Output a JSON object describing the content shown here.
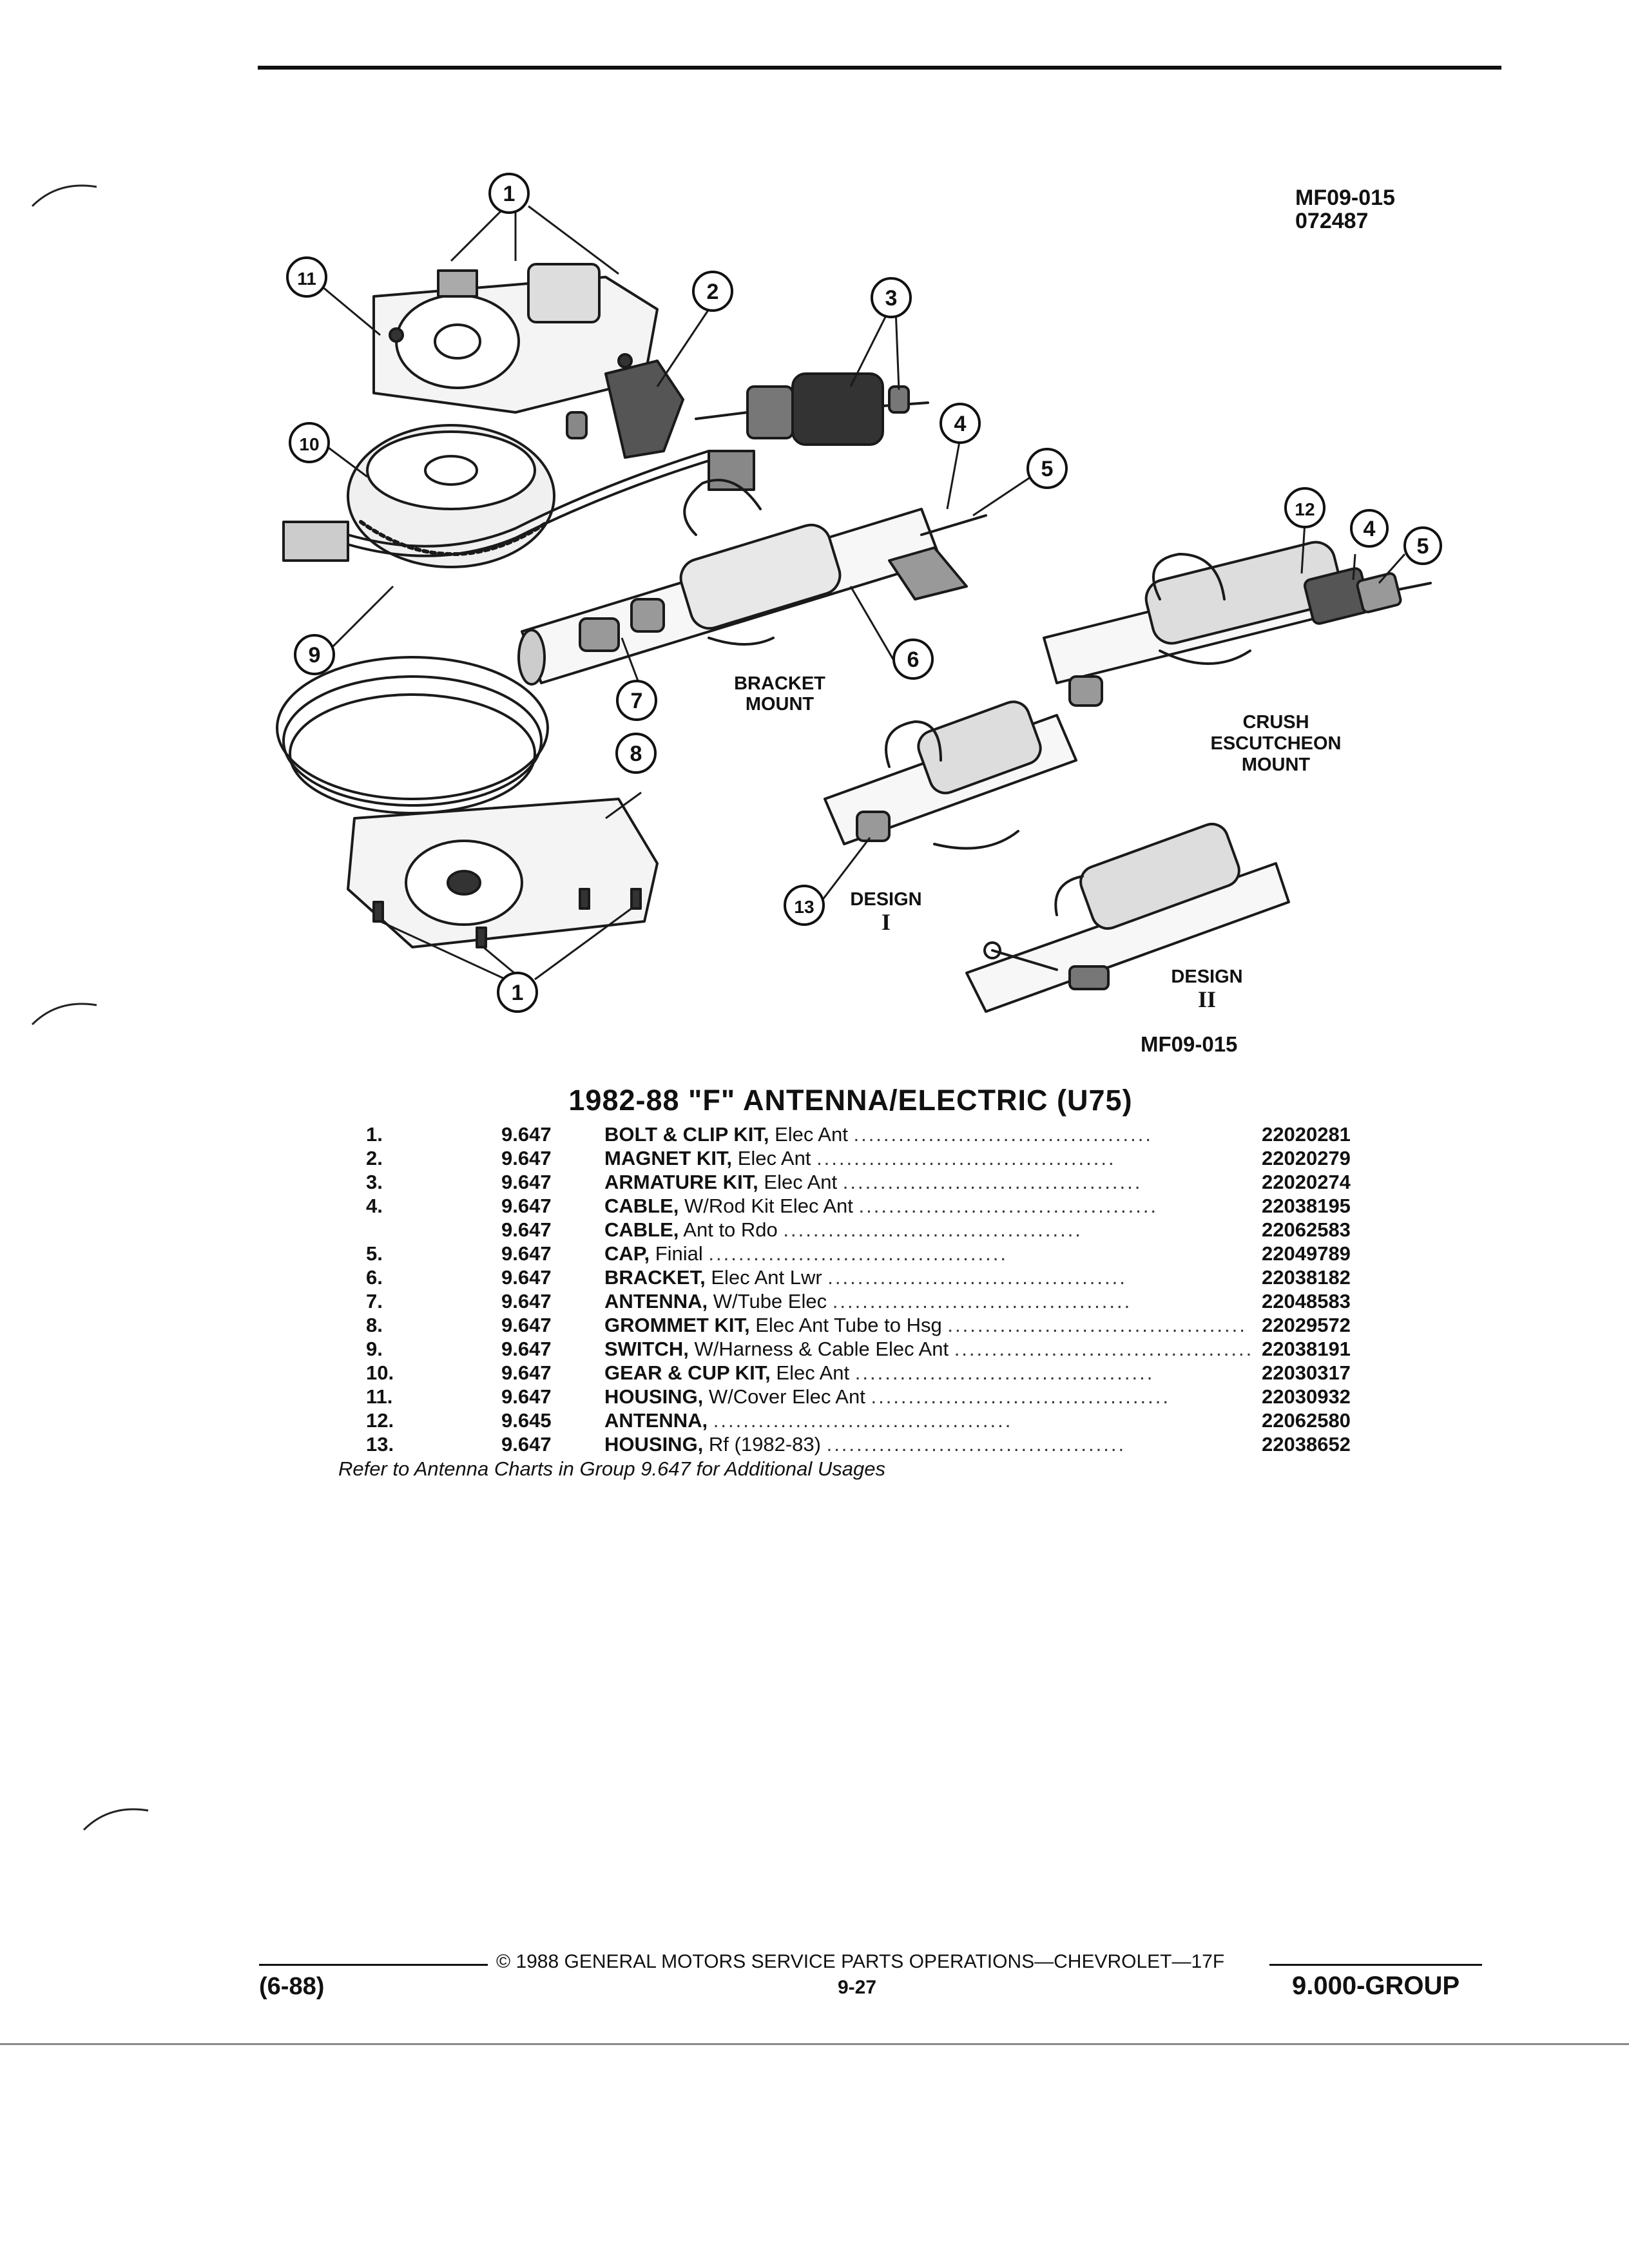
{
  "figure": {
    "code": "MF09-015",
    "code_sub": "072487",
    "code_bottom": "MF09-015",
    "callouts": {
      "c1": "1",
      "c2": "2",
      "c3": "3",
      "c4": "4",
      "c5": "5",
      "c6": "6",
      "c7": "7",
      "c8": "8",
      "c9": "9",
      "c10": "10",
      "c11": "11",
      "c12": "12",
      "c13": "13"
    },
    "labels": {
      "bracket_1": "BRACKET",
      "bracket_2": "MOUNT",
      "crush_1": "CRUSH",
      "crush_2": "ESCUTCHEON",
      "crush_3": "MOUNT",
      "design": "DESIGN",
      "design_1_numeral": "I",
      "design_2_numeral": "II"
    }
  },
  "parts": {
    "title": "1982-88 \"F\" ANTENNA/ELECTRIC (U75)",
    "rows": [
      {
        "num": "1.",
        "group": "9.647",
        "name": "BOLT & CLIP KIT,",
        "desc": "Elec Ant",
        "part": "22020281"
      },
      {
        "num": "2.",
        "group": "9.647",
        "name": "MAGNET KIT,",
        "desc": "Elec Ant",
        "part": "22020279"
      },
      {
        "num": "3.",
        "group": "9.647",
        "name": "ARMATURE KIT,",
        "desc": "Elec Ant",
        "part": "22020274"
      },
      {
        "num": "4.",
        "group": "9.647",
        "name": "CABLE,",
        "desc": "W/Rod Kit Elec Ant",
        "part": "22038195"
      },
      {
        "num": "",
        "group": "9.647",
        "name": "CABLE,",
        "desc": "Ant to Rdo",
        "part": "22062583"
      },
      {
        "num": "5.",
        "group": "9.647",
        "name": "CAP,",
        "desc": "Finial",
        "part": "22049789"
      },
      {
        "num": "6.",
        "group": "9.647",
        "name": "BRACKET,",
        "desc": "Elec Ant Lwr",
        "part": "22038182"
      },
      {
        "num": "7.",
        "group": "9.647",
        "name": "ANTENNA,",
        "desc": "W/Tube Elec",
        "part": "22048583"
      },
      {
        "num": "8.",
        "group": "9.647",
        "name": "GROMMET KIT,",
        "desc": "Elec Ant Tube to Hsg",
        "part": "22029572"
      },
      {
        "num": "9.",
        "group": "9.647",
        "name": "SWITCH,",
        "desc": "W/Harness & Cable Elec Ant",
        "part": "22038191"
      },
      {
        "num": "10.",
        "group": "9.647",
        "name": "GEAR & CUP KIT,",
        "desc": "Elec Ant",
        "part": "22030317"
      },
      {
        "num": "11.",
        "group": "9.647",
        "name": "HOUSING,",
        "desc": "W/Cover Elec Ant",
        "part": "22030932"
      },
      {
        "num": "12.",
        "group": "9.645",
        "name": "ANTENNA,",
        "desc": "",
        "part": "22062580"
      },
      {
        "num": "13.",
        "group": "9.647",
        "name": "HOUSING,",
        "desc": "Rf (1982-83)",
        "part": "22038652"
      }
    ],
    "refer_note": "Refer to Antenna Charts in Group 9.647 for Additional Usages"
  },
  "footer": {
    "copyright": "© 1988 GENERAL MOTORS SERVICE PARTS OPERATIONS—CHEVROLET—17F",
    "page": "9-27",
    "date_code": "(6-88)",
    "group": "9.000-GROUP"
  }
}
